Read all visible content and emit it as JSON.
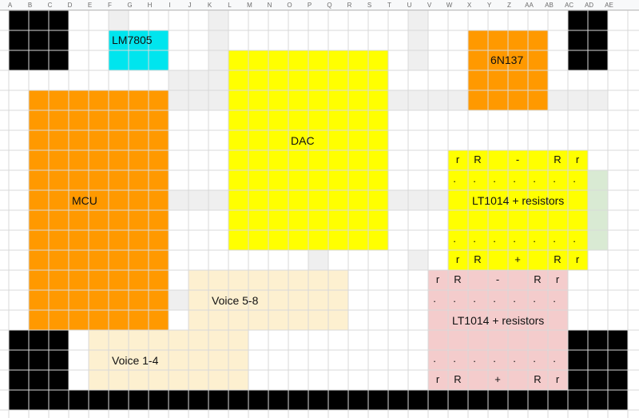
{
  "sheet": {
    "columns": [
      "A",
      "B",
      "C",
      "D",
      "E",
      "F",
      "G",
      "H",
      "I",
      "J",
      "K",
      "L",
      "M",
      "N",
      "O",
      "P",
      "Q",
      "R",
      "S",
      "T",
      "U",
      "V",
      "W",
      "X",
      "Y",
      "Z",
      "AA",
      "AB",
      "AC",
      "AD",
      "AE"
    ]
  },
  "colors": {
    "gridline": "#d9d9d9",
    "shaded_cell": "#efefef",
    "black_area": "#000000",
    "lm7805": "#00e5ee",
    "mcu": "#ff9900",
    "dac": "#ffff00",
    "opto": "#ff9900",
    "voice": "#fdf0d0",
    "lt_upper": "#ffff00",
    "lt_lower": "#f4cccc",
    "green_strip": "#d9ead3"
  },
  "blocks": {
    "lm7805": "LM7805",
    "mcu": "MCU",
    "dac": "DAC",
    "opto": "6N137",
    "voice_5_8": "Voice 5-8",
    "voice_1_4": "Voice 1-4",
    "lt_upper": "LT1014 + resistors",
    "lt_lower": "LT1014 + resistors"
  },
  "upper_pins": {
    "top": [
      "r",
      "R",
      "",
      "-",
      "",
      "R",
      "r"
    ],
    "dots": [
      ".",
      ".",
      ".",
      ".",
      ".",
      ".",
      "."
    ],
    "bottom": [
      "r",
      "R",
      "",
      "+",
      "",
      "R",
      "r"
    ]
  },
  "lower_pins": {
    "top": [
      "r",
      "R",
      "",
      "-",
      "",
      "R",
      "r"
    ],
    "dots": [
      ".",
      ".",
      ".",
      ".",
      ".",
      ".",
      "."
    ],
    "bottom": [
      "r",
      "R",
      "",
      "+",
      "",
      "R",
      "r"
    ]
  }
}
